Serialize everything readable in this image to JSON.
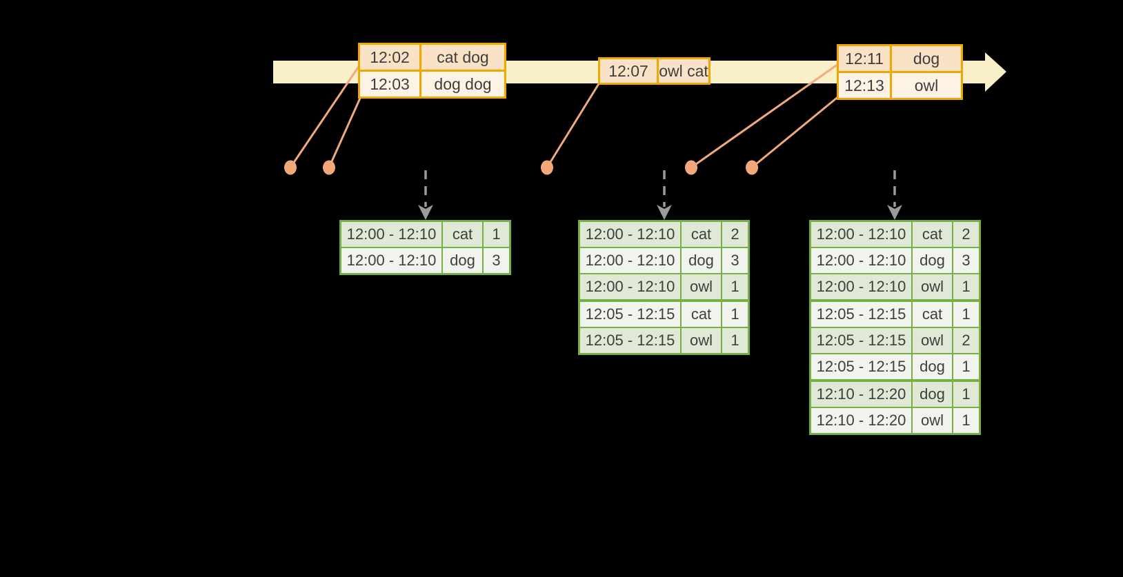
{
  "colors": {
    "background": "#000000",
    "timeline_band": "#FAF0C9",
    "event_table_border": "#F0A702",
    "event_row_fill_peach": "#FAE2C6",
    "event_row_fill_cream": "#FDF3E5",
    "connector_line": "#F0AA7C",
    "event_dot": "#F2A878",
    "trigger_arrow": "#9B9B9B",
    "result_table_border": "#76AF45",
    "result_row_fill_dark": "#DFE9D6",
    "result_row_fill_light": "#F0F4EC",
    "text": "#3E3E3E"
  },
  "event_stream": {
    "tables": [
      {
        "rows": [
          {
            "time": "12:02",
            "words": "cat dog"
          },
          {
            "time": "12:03",
            "words": "dog dog"
          }
        ]
      },
      {
        "rows": [
          {
            "time": "12:07",
            "words": "owl cat"
          }
        ]
      },
      {
        "rows": [
          {
            "time": "12:11",
            "words": "dog"
          },
          {
            "time": "12:13",
            "words": "owl"
          }
        ]
      }
    ]
  },
  "result_tables": [
    {
      "rows": [
        {
          "window": "12:00 - 12:10",
          "word": "cat",
          "count": "1"
        },
        {
          "window": "12:00 - 12:10",
          "word": "dog",
          "count": "3"
        }
      ]
    },
    {
      "rows": [
        {
          "window": "12:00 - 12:10",
          "word": "cat",
          "count": "2"
        },
        {
          "window": "12:00 - 12:10",
          "word": "dog",
          "count": "3"
        },
        {
          "window": "12:00 - 12:10",
          "word": "owl",
          "count": "1"
        },
        {
          "window": "12:05 - 12:15",
          "word": "cat",
          "count": "1"
        },
        {
          "window": "12:05 - 12:15",
          "word": "owl",
          "count": "1"
        }
      ]
    },
    {
      "rows": [
        {
          "window": "12:00 - 12:10",
          "word": "cat",
          "count": "2"
        },
        {
          "window": "12:00 - 12:10",
          "word": "dog",
          "count": "3"
        },
        {
          "window": "12:00 - 12:10",
          "word": "owl",
          "count": "1"
        },
        {
          "window": "12:05 - 12:15",
          "word": "cat",
          "count": "1"
        },
        {
          "window": "12:05 - 12:15",
          "word": "owl",
          "count": "2"
        },
        {
          "window": "12:05 - 12:15",
          "word": "dog",
          "count": "1"
        },
        {
          "window": "12:10 - 12:20",
          "word": "dog",
          "count": "1"
        },
        {
          "window": "12:10 - 12:20",
          "word": "owl",
          "count": "1"
        }
      ]
    }
  ]
}
